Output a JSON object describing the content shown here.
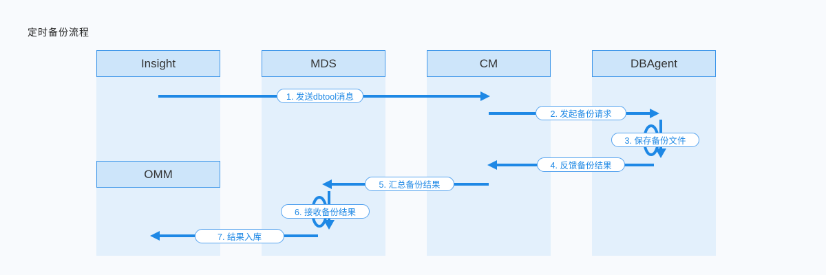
{
  "title": "定时备份流程",
  "actors": [
    {
      "label": "Insight"
    },
    {
      "label": "MDS"
    },
    {
      "label": "CM"
    },
    {
      "label": "DBAgent"
    },
    {
      "label": "OMM"
    }
  ],
  "messages": [
    {
      "label": "1. 发送dbtool消息",
      "from": "Insight",
      "to": "CM",
      "type": "arrow-right"
    },
    {
      "label": "2. 发起备份请求",
      "from": "CM",
      "to": "DBAgent",
      "type": "arrow-right"
    },
    {
      "label": "3. 保存备份文件",
      "from": "DBAgent",
      "to": "DBAgent",
      "type": "self-loop"
    },
    {
      "label": "4. 反馈备份结果",
      "from": "DBAgent",
      "to": "CM",
      "type": "arrow-left"
    },
    {
      "label": "5. 汇总备份结果",
      "from": "CM",
      "to": "MDS",
      "type": "arrow-left"
    },
    {
      "label": "6. 接收备份结果",
      "from": "MDS",
      "to": "MDS",
      "type": "self-loop"
    },
    {
      "label": "7. 结果入库",
      "from": "MDS",
      "to": "OMM",
      "type": "arrow-left"
    }
  ],
  "colors": {
    "primary_blue": "#1e88e5",
    "box_fill": "#cde5fa",
    "box_border": "#3c95e9",
    "column_fill": "#e3f0fc",
    "background": "#f8fafd",
    "pill_background": "#ffffff",
    "pill_border": "#56a3ee",
    "text_dark": "#333333"
  }
}
